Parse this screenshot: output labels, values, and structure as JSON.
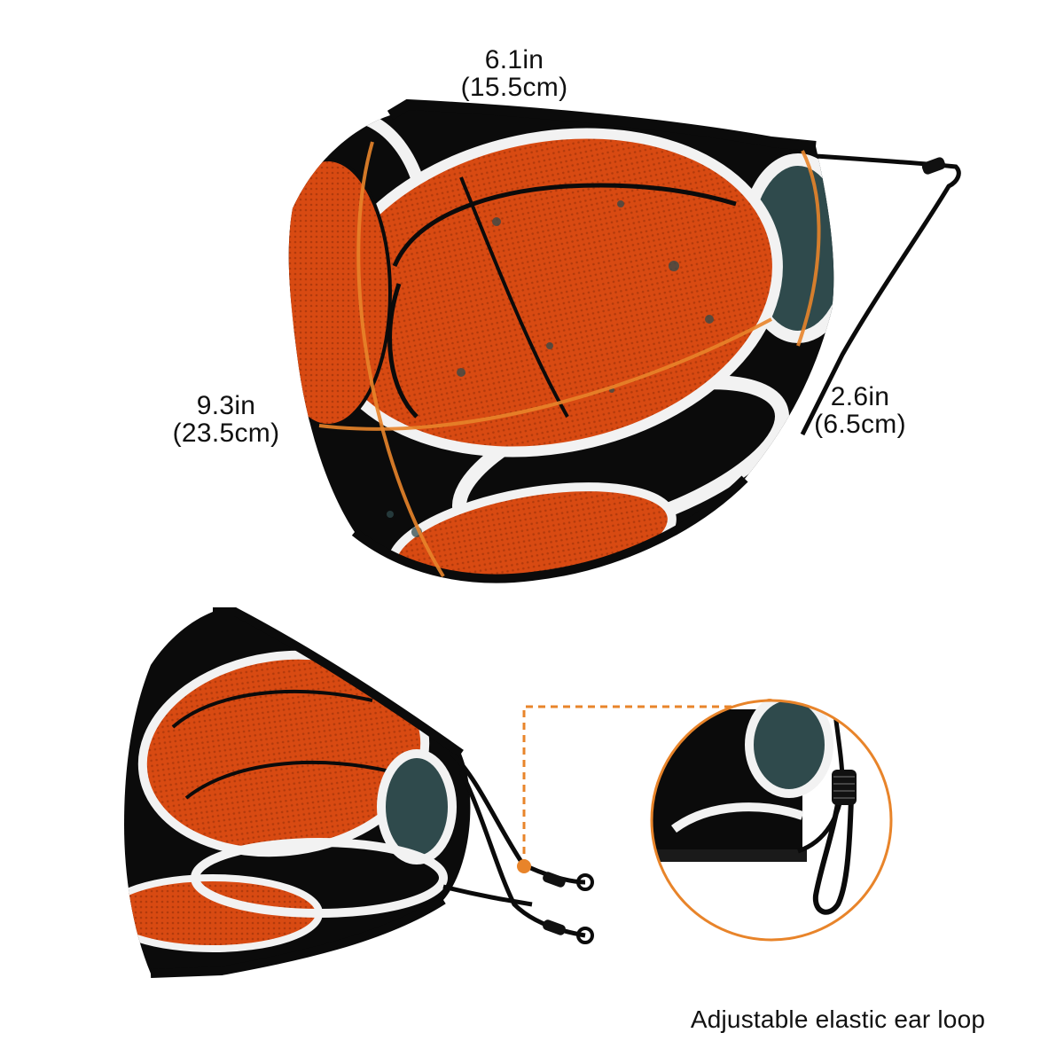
{
  "dimensions": {
    "width": {
      "in": "6.1in",
      "cm": "(15.5cm)"
    },
    "height": {
      "in": "9.3in",
      "cm": "(23.5cm)"
    },
    "loop": {
      "in": "2.6in",
      "cm": "(6.5cm)"
    }
  },
  "caption": "Adjustable elastic ear loop",
  "colors": {
    "accent": "#e8842a",
    "ball": "#d84a12",
    "ball_dark": "#b23a0c",
    "pattern_black": "#0b0b0b",
    "pattern_white": "#f2f2f2",
    "pattern_teal": "#2f4a4c"
  }
}
